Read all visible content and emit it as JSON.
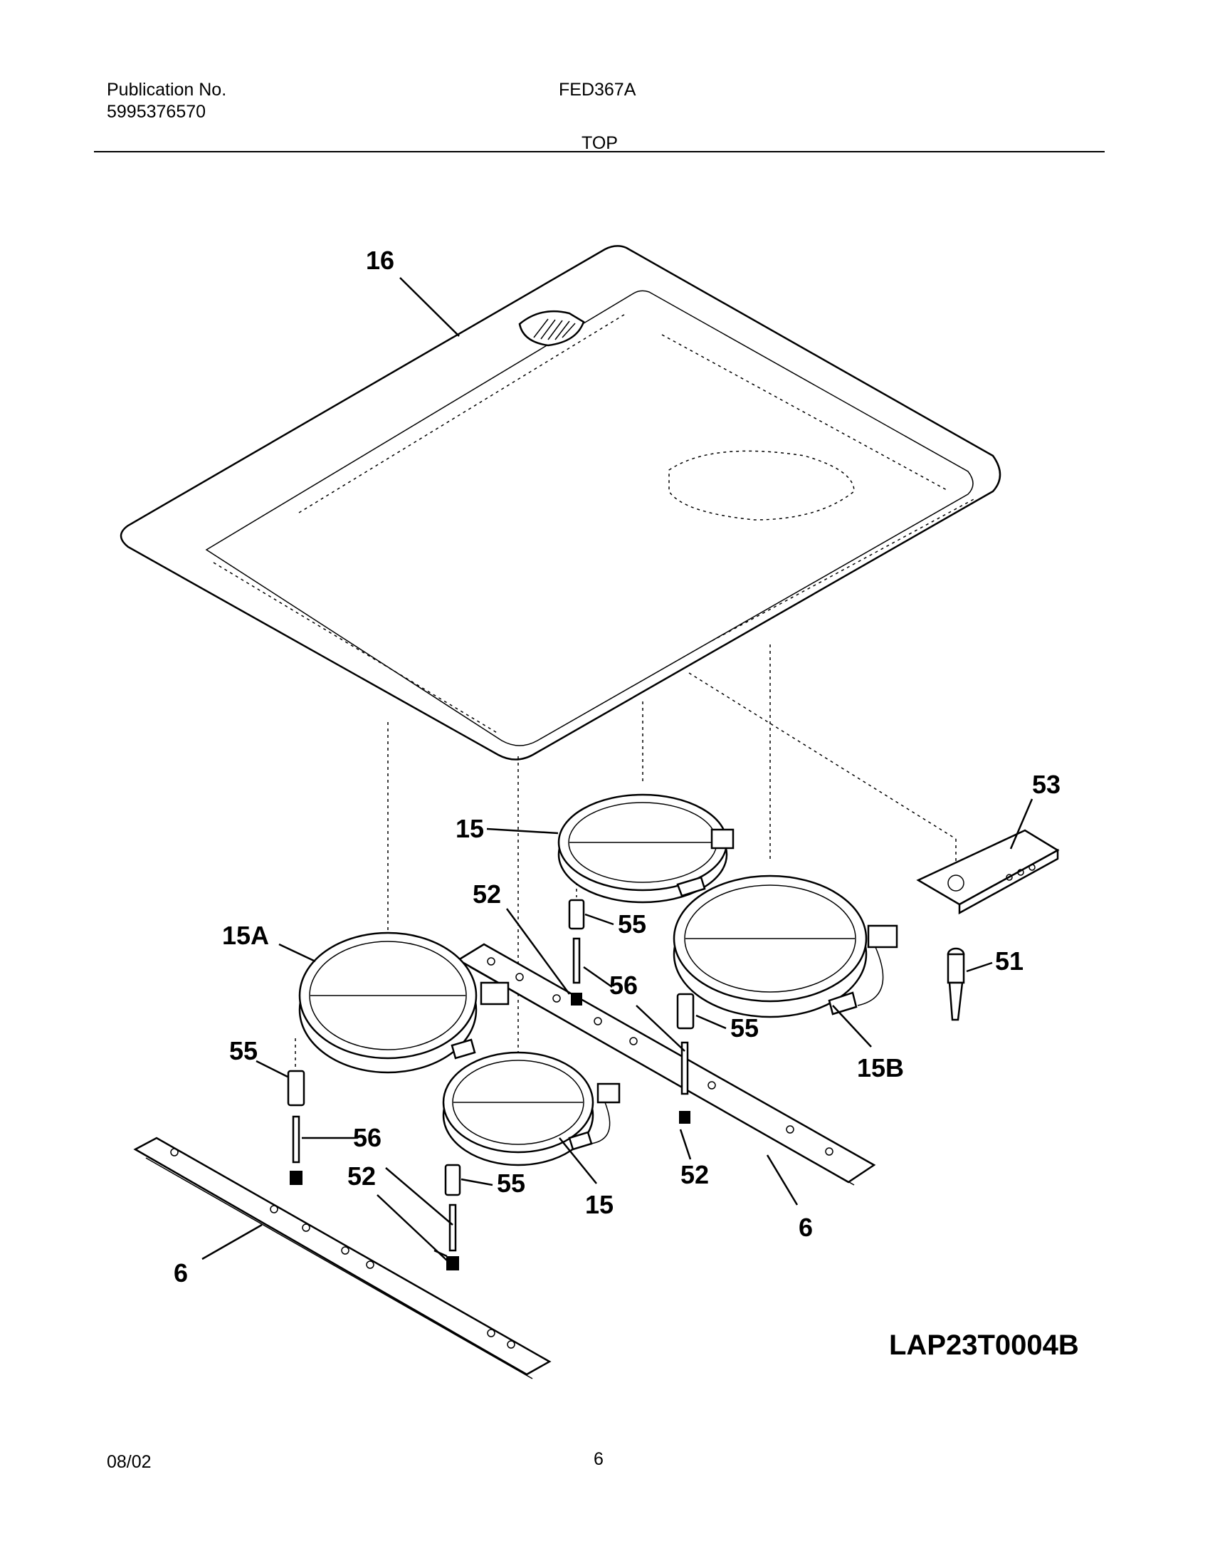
{
  "header": {
    "publication_label": "Publication No.",
    "publication_number": "5995376570",
    "model": "FED367A",
    "section": "TOP"
  },
  "footer": {
    "date": "08/02",
    "page": "6"
  },
  "diagram": {
    "drawing_code": "LAP23T0004B",
    "callouts": {
      "c16": "16",
      "c15_top": "15",
      "c15A": "15A",
      "c15B": "15B",
      "c15_bottom": "15",
      "c52_a": "52",
      "c52_b": "52",
      "c52_c": "52",
      "c55_a": "55",
      "c55_b": "55",
      "c55_c": "55",
      "c55_d": "55",
      "c56_a": "56",
      "c56_b": "56",
      "c53": "53",
      "c51": "51",
      "c6_right": "6",
      "c6_left": "6"
    }
  }
}
